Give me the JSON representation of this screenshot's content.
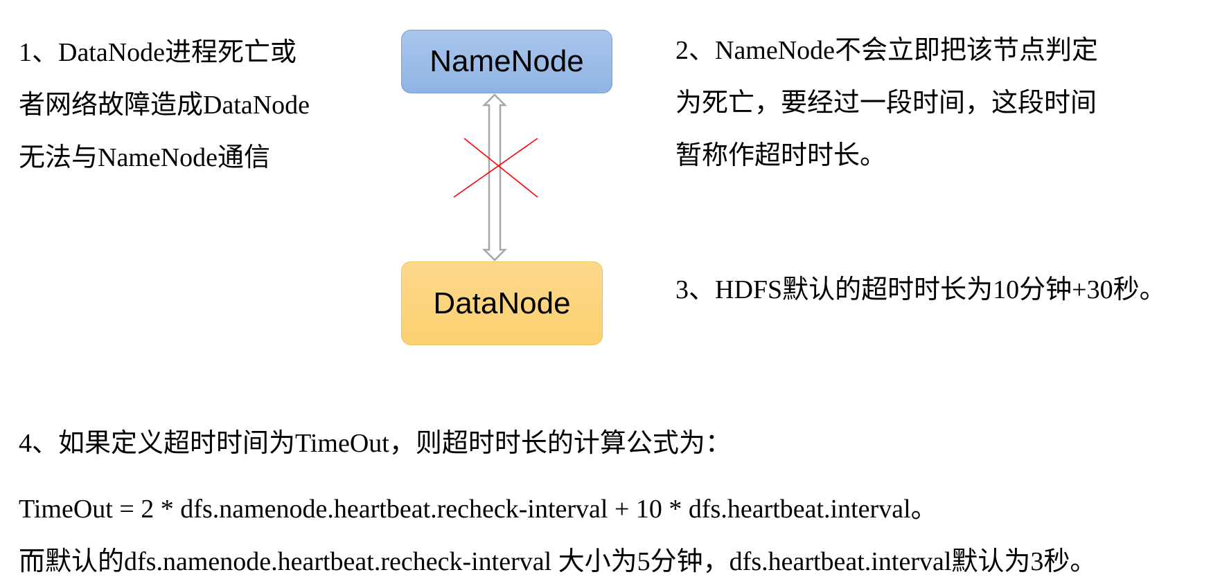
{
  "paragraphs": {
    "p1": [
      "1、DataNode进程死亡或",
      "者网络故障造成DataNode",
      "无法与NameNode通信"
    ],
    "p2": [
      "2、NameNode不会立即把该节点判定",
      "为死亡，要经过一段时间，这段时间",
      "暂称作超时时长。"
    ],
    "p3": "3、HDFS默认的超时时长为10分钟+30秒。",
    "p4": "4、如果定义超时时间为TimeOut，则超时时长的计算公式为："
  },
  "formula": {
    "line1": "TimeOut  = 2 * dfs.namenode.heartbeat.recheck-interval + 10 * dfs.heartbeat.interval。",
    "line2": "而默认的dfs.namenode.heartbeat.recheck-interval 大小为5分钟，dfs.heartbeat.interval默认为3秒。"
  },
  "nodes": {
    "namenode": {
      "label": "NameNode",
      "fill": "#9dbde8",
      "border": "#7a9fd1"
    },
    "datanode": {
      "label": "DataNode",
      "fill": "#fcd47c",
      "border": "#f2c25a"
    }
  },
  "connector": {
    "arrow_color": "#a6a6a6",
    "cross_color": "#ff0000",
    "state": "disconnected"
  }
}
